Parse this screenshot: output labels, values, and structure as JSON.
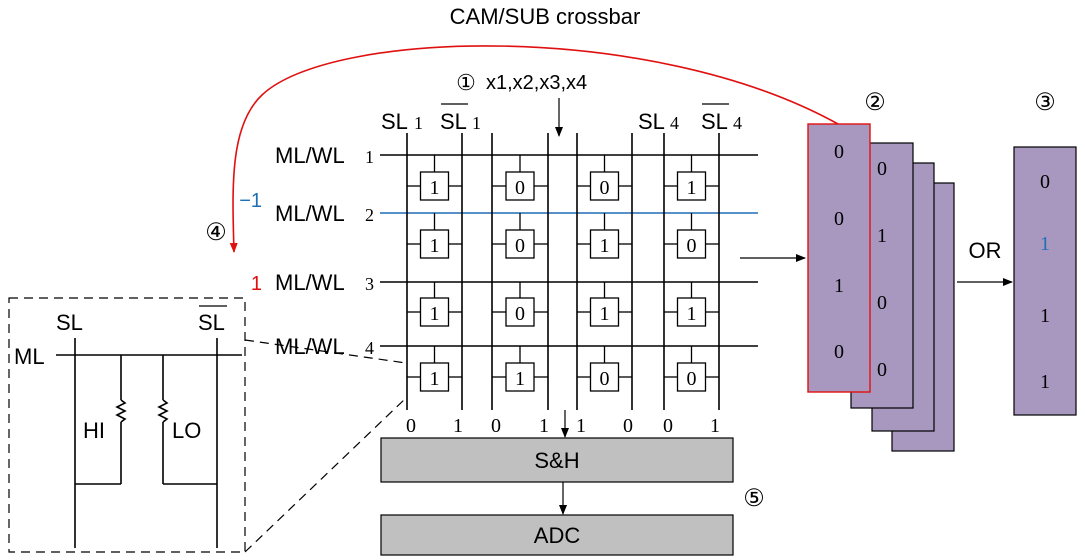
{
  "title": "CAM/SUB crossbar",
  "input": {
    "marker": "①",
    "label": "x1,x2,x3,x4",
    "color": "#f0b400"
  },
  "sl_labels": [
    {
      "base": "SL",
      "sub": "1",
      "bar": false
    },
    {
      "base": "SL",
      "sub": "1",
      "bar": true
    },
    {
      "base": "SL",
      "sub": "4",
      "bar": false
    },
    {
      "base": "SL",
      "sub": "4",
      "bar": true
    }
  ],
  "rows": [
    {
      "label": "ML/WL",
      "sub": "1",
      "prefix": "",
      "prefix_color": ""
    },
    {
      "label": "ML/WL",
      "sub": "2",
      "prefix": "−1",
      "prefix_color": "#1f6fb5"
    },
    {
      "label": "ML/WL",
      "sub": "3",
      "prefix": "1",
      "prefix_color": "#e01010"
    },
    {
      "label": "ML/WL",
      "sub": "4",
      "prefix": "",
      "prefix_color": ""
    }
  ],
  "highlight_row_color": "#1f6fb5",
  "cells": [
    [
      "1",
      "0",
      "0",
      "1"
    ],
    [
      "1",
      "0",
      "1",
      "0"
    ],
    [
      "1",
      "0",
      "1",
      "1"
    ],
    [
      "1",
      "1",
      "0",
      "0"
    ]
  ],
  "column_bottom_labels": [
    "0",
    "1",
    "0",
    "1",
    "1",
    "0",
    "0",
    "1"
  ],
  "blocks": {
    "sh": "S&H",
    "adc": "ADC",
    "block_color": "#c0c0c0"
  },
  "markers": {
    "m2": "②",
    "m3": "③",
    "m4": "④",
    "m5": "⑤"
  },
  "stack_front_values": [
    "0",
    "0",
    "1",
    "0"
  ],
  "stack_back_values": [
    "0",
    "1",
    "0",
    "0"
  ],
  "stack_color": "#a898c0",
  "front_border_color": "#e01010",
  "or_label": "OR",
  "result_values": [
    {
      "v": "0",
      "color": "#000000"
    },
    {
      "v": "1",
      "color": "#1f6fb5"
    },
    {
      "v": "1",
      "color": "#000000"
    },
    {
      "v": "1",
      "color": "#000000"
    }
  ],
  "feedback_arrow_color": "#e01010",
  "inset": {
    "sl": "SL",
    "slbar": "SL",
    "ml": "ML",
    "hi": "HI",
    "lo": "LO"
  }
}
